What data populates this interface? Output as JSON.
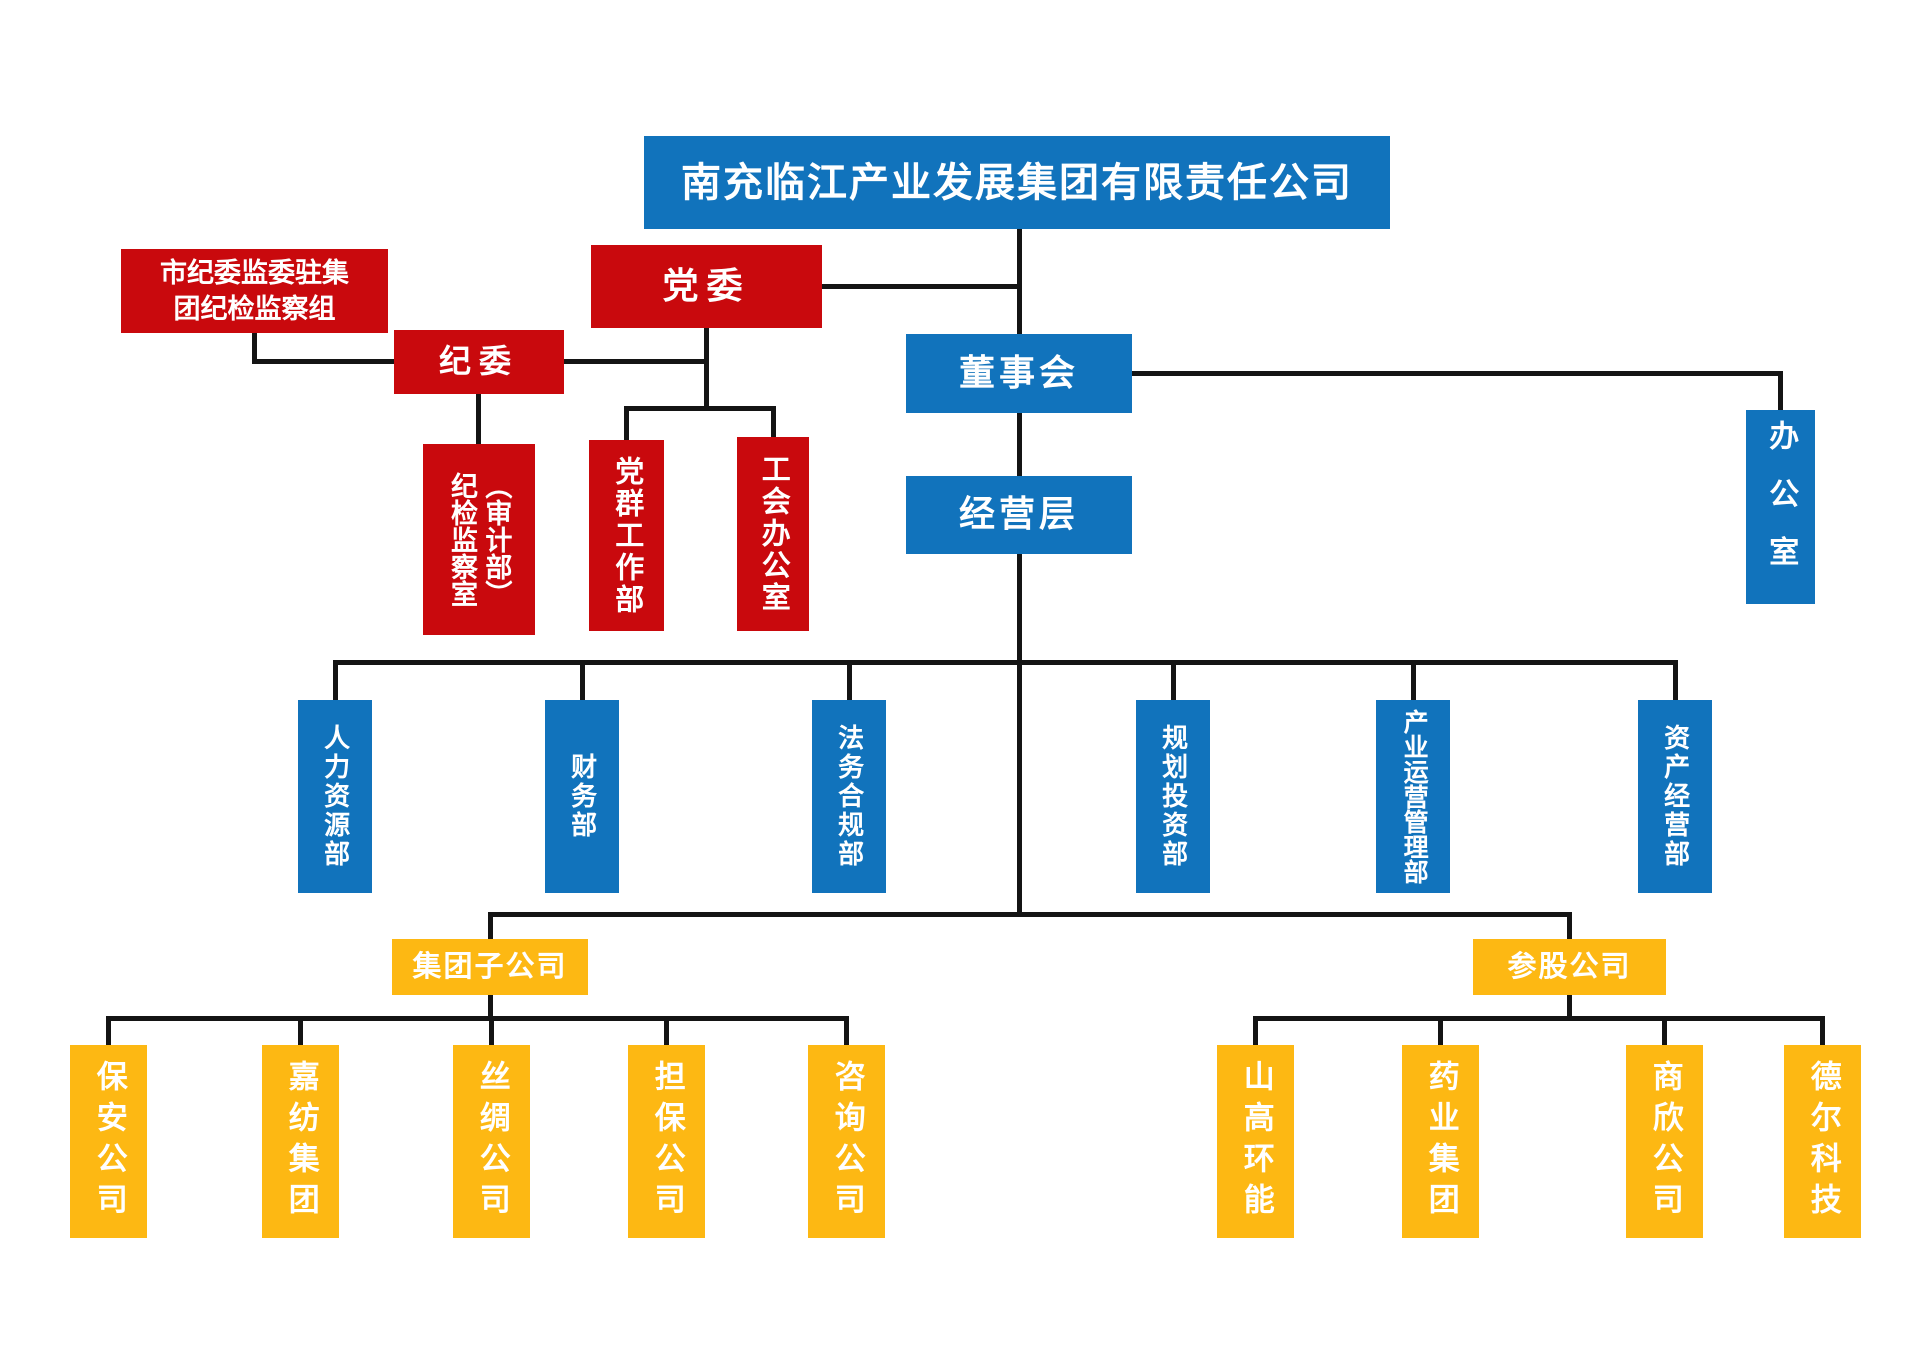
{
  "colors": {
    "blue": "#1173bc",
    "red": "#c9090d",
    "gold": "#fdb813",
    "line": "#141414"
  },
  "nodes": {
    "root": {
      "label": "南充临江产业发展集团有限责任公司"
    },
    "party_committee": {
      "label": "党委"
    },
    "discipline_inspection_group": {
      "label": "市纪委监委驻集团纪检监察组"
    },
    "discipline_committee": {
      "label": "纪委"
    },
    "discipline_office": {
      "label_main": "纪检监察室",
      "label_sub": "（审计部）"
    },
    "party_masses_dept": {
      "label": "党群工作部"
    },
    "union_office": {
      "label": "工会办公室"
    },
    "board": {
      "label": "董事会"
    },
    "management": {
      "label": "经营层"
    },
    "general_office": {
      "label": "办公室"
    },
    "departments": [
      {
        "label": "人力资源部"
      },
      {
        "label": "财务部"
      },
      {
        "label": "法务合规部"
      },
      {
        "label": "规划投资部"
      },
      {
        "label": "产业运营管理部"
      },
      {
        "label": "资产经营部"
      }
    ],
    "subsidiaries_header": {
      "label": "集团子公司"
    },
    "holdings_header": {
      "label": "参股公司"
    },
    "subsidiaries": [
      {
        "label": "保安公司"
      },
      {
        "label": "嘉纺集团"
      },
      {
        "label": "丝绸公司"
      },
      {
        "label": "担保公司"
      },
      {
        "label": "咨询公司"
      }
    ],
    "holdings": [
      {
        "label": "山高环能"
      },
      {
        "label": "药业集团"
      },
      {
        "label": "商欣公司"
      },
      {
        "label": "德尔科技"
      }
    ]
  }
}
